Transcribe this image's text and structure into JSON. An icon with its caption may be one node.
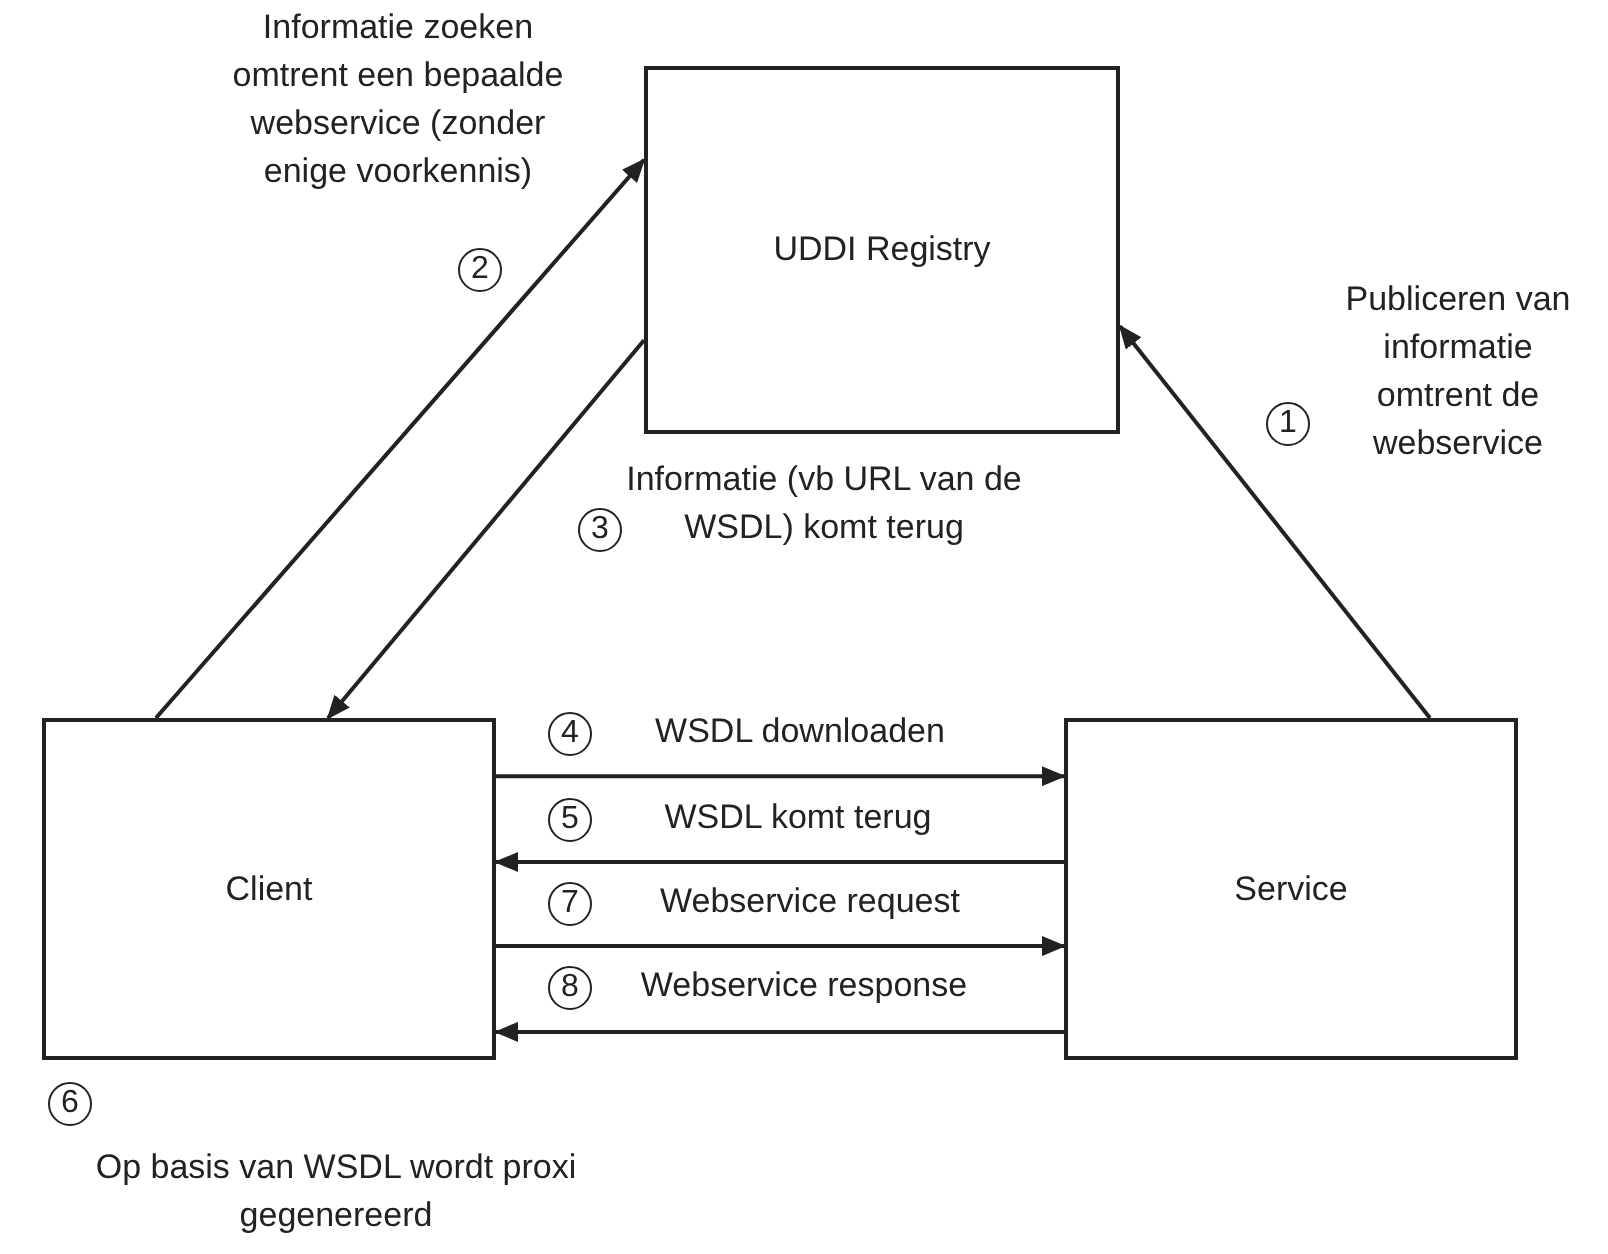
{
  "diagram": {
    "nodes": [
      {
        "text": [
          "UDDI Registry"
        ]
      },
      {
        "text": [
          "Client"
        ],
        "beside": [
          "Op basis van WSDL wordt proxi gegenereerd"
        ]
      },
      {
        "text": [
          "Service"
        ]
      }
    ],
    "edges": [
      {
        "from": 2,
        "to": 0,
        "arrow": "to",
        "label": "Publiceren van informatie omtrent de webservice"
      },
      {
        "from": 1,
        "to": 0,
        "arrow": "to",
        "label": "Informatie zoeken omtrent een bepaalde webservice (zonder enige voorkennis)"
      },
      {
        "from": 0,
        "to": 1,
        "arrow": "to",
        "label": "Informatie (vb URL van de WSDL) komt terug"
      },
      {
        "from": 1,
        "to": 2,
        "arrow": "to",
        "label": "WSDL downloaden"
      },
      {
        "from": 2,
        "to": 1,
        "arrow": "to",
        "label": "WSDL komt terug"
      },
      {
        "from": 1,
        "to": 2,
        "arrow": "to",
        "label": "Webservice request"
      },
      {
        "from": 2,
        "to": 1,
        "arrow": "to",
        "label": "Webservice response"
      }
    ],
    "labels": [
      "2",
      "1",
      "3",
      "4",
      "5",
      "7",
      "8",
      "6"
    ]
  }
}
